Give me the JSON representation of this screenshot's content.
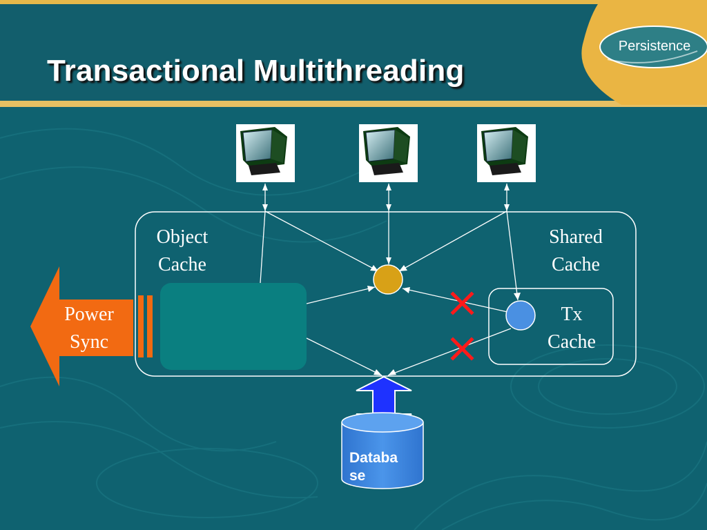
{
  "slide": {
    "title": "Transactional Multithreading",
    "logo_text": "Persistence"
  },
  "diagram": {
    "object_cache_label": "Object\nCache",
    "shared_cache_label": "Shared\nCache",
    "tx_cache_label": "Tx\nCache",
    "power_sync_label": "Power\nSync",
    "database_label": "Databa\nse",
    "client_count": 3,
    "blocked_connections": 2
  },
  "colors": {
    "background": "#0f6270",
    "header": "#125e6c",
    "logo_gold": "#eab543",
    "object_cache_fill": "#0a7f80",
    "shared_node": "#d8a117",
    "tx_node": "#4a90e2",
    "power_sync_arrow": "#f26a12",
    "database": "#3f86df",
    "database_arrow": "#1e32ff",
    "blocked_x": "#ff1a1a"
  },
  "icons": [
    "monitor-icon",
    "database-icon",
    "blocked-icon",
    "left-arrow-icon"
  ]
}
